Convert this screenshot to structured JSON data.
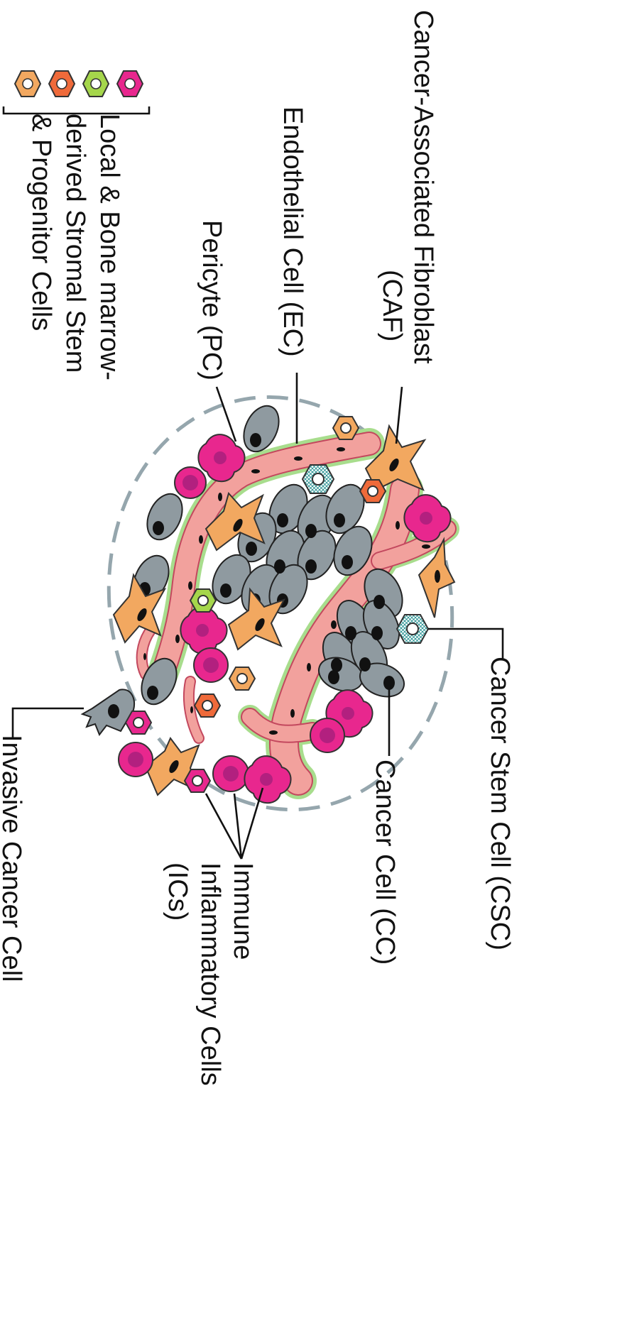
{
  "colors": {
    "background": "#ffffff",
    "cancer_cell": "#8f9aa0",
    "cancer_cell_nucleus": "#111111",
    "caf": "#f2a860",
    "vessel": "#f2a19d",
    "vessel_edge": "#c3485e",
    "pericyte_sheath": "#a8dd8d",
    "immune_cell": "#e8278e",
    "immune_nucleus": "#b2207f",
    "stem_cell": "#d9efef",
    "boundary": "#95a6ad",
    "progenitor_colors": [
      "#f2a860",
      "#ef6a3a",
      "#a5d64b",
      "#e8278e"
    ]
  },
  "labels": {
    "caf": [
      "Cancer-Associated Fibroblast",
      "(CAF)"
    ],
    "ec": "Endothelial Cell (EC)",
    "pc": "Pericyte (PC)",
    "progenitor": [
      "Local & Bone marrow-",
      "derived Stromal Stem",
      "& Progenitor Cells"
    ],
    "csc": "Cancer Stem Cell (CSC)",
    "cc": "Cancer Cell (CC)",
    "ic": [
      "Immune",
      "Inflammatory Cells",
      "(ICs)"
    ],
    "invasive": "Invasive Cancer Cell"
  }
}
